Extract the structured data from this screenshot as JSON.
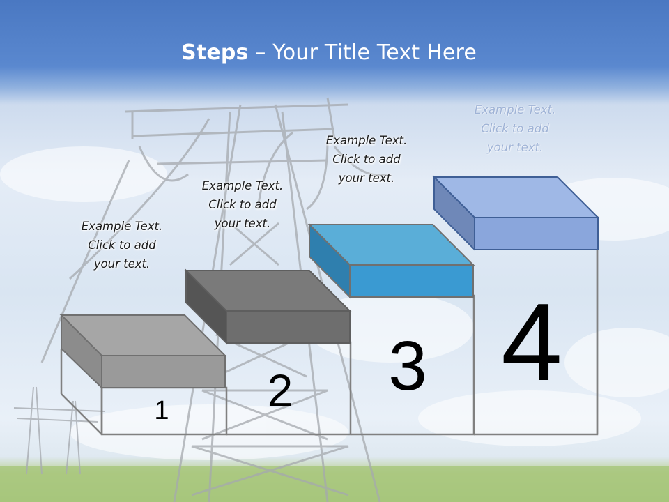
{
  "slide": {
    "title_bold": "Steps",
    "title_rest": " – Your Title Text Here"
  },
  "steps": [
    {
      "number": "1",
      "line1": "Example Text.",
      "line2": "Click  to add",
      "line3": "your text.",
      "color": "#9a9a9a"
    },
    {
      "number": "2",
      "line1": "Example Text.",
      "line2": "Click  to add",
      "line3": "your text.",
      "color": "#6f6f6f"
    },
    {
      "number": "3",
      "line1": "Example Text.",
      "line2": "Click  to add",
      "line3": "your text.",
      "color": "#3a9ad2"
    },
    {
      "number": "4",
      "line1": "Example Text.",
      "line2": "Click  to add",
      "line3": "your text.",
      "color": "#8aa6dc"
    }
  ]
}
